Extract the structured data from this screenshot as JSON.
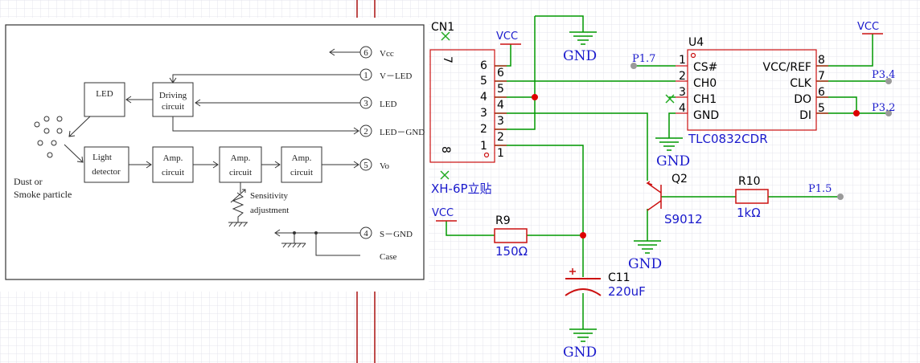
{
  "block_diagram": {
    "blocks": {
      "led": "LED",
      "driving_1": "Driving",
      "driving_2": "circuit",
      "light_1": "Light",
      "light_2": "detector",
      "amp_a": "Amp.",
      "circuit": "circuit",
      "sens_1": "Sensitivity",
      "sens_2": "adjustment",
      "dust_1": "Dust or",
      "dust_2": "Smoke particle",
      "case": "Case"
    },
    "pins": [
      {
        "num": "6",
        "label": "Vcc"
      },
      {
        "num": "1",
        "label": "V－LED"
      },
      {
        "num": "3",
        "label": "LED"
      },
      {
        "num": "2",
        "label": "LED－GND"
      },
      {
        "num": "5",
        "label": "Vo"
      },
      {
        "num": "4",
        "label": "S－GND"
      }
    ]
  },
  "schematic": {
    "cn1": {
      "ref": "CN1",
      "part": "XH-6P立贴",
      "pin_labels": [
        "6",
        "5",
        "4",
        "3",
        "2",
        "1"
      ],
      "top_num": "7",
      "bottom_num": "8",
      "pad_left": [
        "6",
        "5",
        "4",
        "3",
        "2",
        "1"
      ]
    },
    "u4": {
      "ref": "U4",
      "part": "TLC0832CDR",
      "left_pins": [
        {
          "num": "1",
          "name": "CS#"
        },
        {
          "num": "2",
          "name": "CH0"
        },
        {
          "num": "3",
          "name": "CH1"
        },
        {
          "num": "4",
          "name": "GND"
        }
      ],
      "right_pins": [
        {
          "num": "8",
          "name": "VCC/REF"
        },
        {
          "num": "7",
          "name": "CLK"
        },
        {
          "num": "6",
          "name": "DO"
        },
        {
          "num": "5",
          "name": "DI"
        }
      ]
    },
    "q2": {
      "ref": "Q2",
      "part": "S9012"
    },
    "r10": {
      "ref": "R10",
      "value": "1kΩ"
    },
    "r9": {
      "ref": "R9",
      "value": "150Ω"
    },
    "c11": {
      "ref": "C11",
      "value": "220uF"
    },
    "nets": {
      "vcc": "VCC",
      "gnd": "GND",
      "p17": "P1.7",
      "p34": "P3.4",
      "p32": "P3.2",
      "p15": "P1.5"
    }
  },
  "colors": {
    "wire": "#009900",
    "component": "#cc1111",
    "net_text": "#1a1acc",
    "grid": "#e4e4ec",
    "junction": "#dd0000"
  }
}
